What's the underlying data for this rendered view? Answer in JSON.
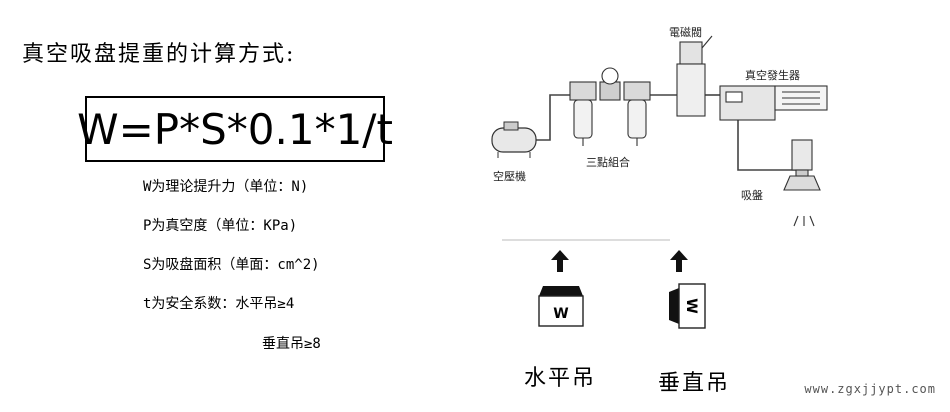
{
  "heading": "真空吸盘提重的计算方式:",
  "formula": "W=P*S*0.1*1/t",
  "definitions": [
    "W为理论提升力（单位：N)",
    "P为真空度（单位：KPa)",
    "S为吸盘面积（单面：cm^2)",
    "t为安全系数：水平吊≥4",
    "垂直吊≥8"
  ],
  "diagram_labels": {
    "solenoid_valve": "電磁閥",
    "vacuum_generator": "真空發生器",
    "air_compressor": "空壓機",
    "frl_unit": "三點組合",
    "suction_cup": "吸盤"
  },
  "modes": {
    "horizontal": {
      "caption": "水平吊",
      "load_letter": "W"
    },
    "vertical": {
      "caption": "垂直吊",
      "load_letter": "W"
    }
  },
  "watermark": "www.zgxjjypt.com"
}
